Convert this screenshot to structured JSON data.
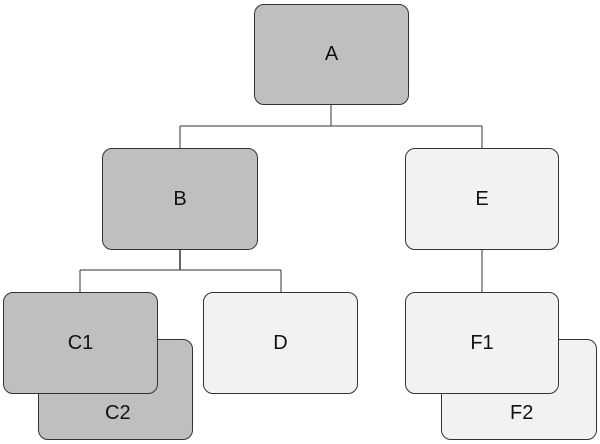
{
  "diagram": {
    "nodes": {
      "a": {
        "label": "A",
        "fill": "#bfbfbf"
      },
      "b": {
        "label": "B",
        "fill": "#bfbfbf"
      },
      "e": {
        "label": "E",
        "fill": "#f2f2f2"
      },
      "c1": {
        "label": "C1",
        "fill": "#bfbfbf"
      },
      "c2": {
        "label": "C2",
        "fill": "#bfbfbf"
      },
      "d": {
        "label": "D",
        "fill": "#f2f2f2"
      },
      "f1": {
        "label": "F1",
        "fill": "#f2f2f2"
      },
      "f2": {
        "label": "F2",
        "fill": "#f2f2f2"
      }
    },
    "edges": [
      {
        "from": "A",
        "to": "B"
      },
      {
        "from": "A",
        "to": "E"
      },
      {
        "from": "B",
        "to": "C1"
      },
      {
        "from": "B",
        "to": "D"
      },
      {
        "from": "E",
        "to": "F1"
      }
    ],
    "colors": {
      "dark_fill": "#bfbfbf",
      "light_fill": "#f2f2f2",
      "border": "#333333",
      "connector": "#333333"
    }
  }
}
